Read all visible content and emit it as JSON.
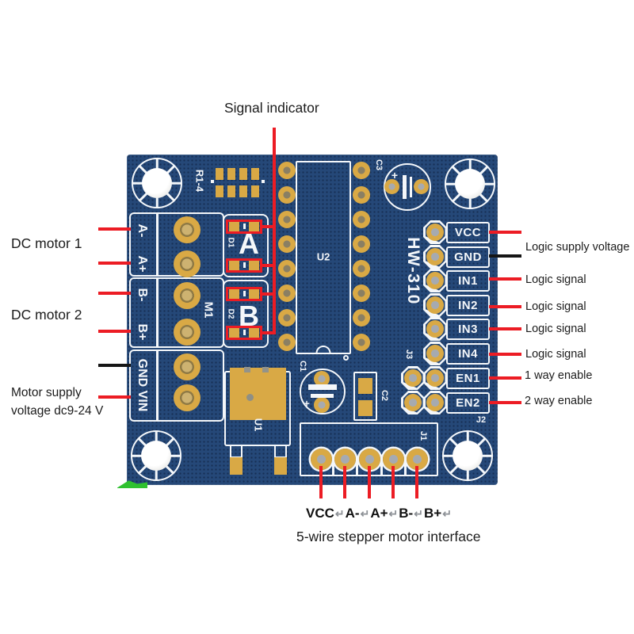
{
  "colors": {
    "board_blue": "#254878",
    "silkscreen_white": "#f4f7fa",
    "pad_gold": "#d9a945",
    "annotation_red": "#ec1c24",
    "annotation_black": "#151515",
    "led_green": "#2fc12f",
    "text_black": "#1c1c1c",
    "return_gray": "#8d9196"
  },
  "annotations": {
    "signal_indicator": "Signal indicator",
    "left": {
      "dc_motor_1": "DC motor 1",
      "dc_motor_2": "DC motor 2",
      "motor_supply_line1": "Motor supply",
      "motor_supply_line2": "voltage dc9-24 V"
    },
    "right": [
      "Logic supply voltage",
      "Logic signal",
      "Logic signal",
      "Logic signal",
      "Logic signal",
      "1 way enable",
      "2 way enable"
    ],
    "bottom": {
      "pins": [
        "VCC",
        "A-",
        "A+",
        "B-",
        "B+"
      ],
      "return_symbol": "↵",
      "caption": "5-wire stepper motor interface"
    }
  },
  "board": {
    "model": "HW-310",
    "header_pins": [
      "VCC",
      "GND",
      "IN1",
      "IN2",
      "IN3",
      "IN4",
      "EN1",
      "EN2"
    ],
    "terminals": [
      "A-",
      "A+",
      "B-",
      "B+"
    ],
    "power_terminal": "GND VIN",
    "led_groups": [
      "A",
      "B"
    ],
    "refs": {
      "r": "R1-4",
      "m": "M1",
      "u1": "U1",
      "u2": "U2",
      "c1": "C1",
      "c2": "C2",
      "c3": "C3",
      "d1": "D1",
      "d2": "D2",
      "j1": "J1",
      "j2": "J2",
      "j3": "J3",
      "plus": "+"
    }
  }
}
